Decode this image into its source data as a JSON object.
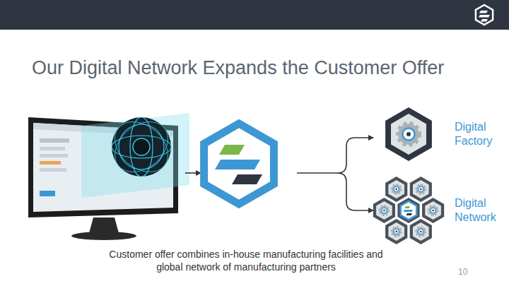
{
  "diagram": {
    "title": "Our Digital Network Expands the Customer Offer",
    "caption": "Customer offer combines in-house manufacturing facilities and global network of manufacturing partners",
    "nodes": [
      {
        "text": [
          "Digital Factory"
        ]
      },
      {
        "text": [
          "Digital Network"
        ]
      }
    ],
    "labels": [
      "10"
    ]
  }
}
